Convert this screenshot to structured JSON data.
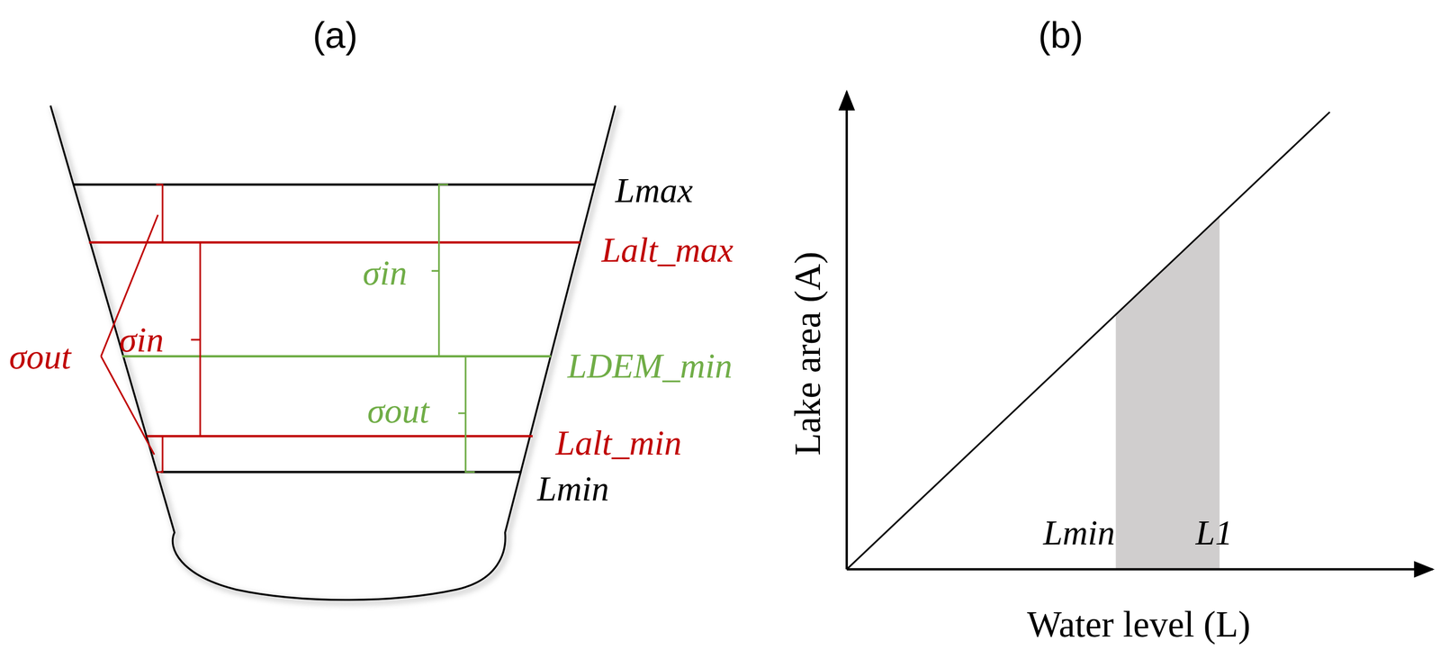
{
  "diagram": {
    "labels": [
      "(a)",
      "(b)",
      "Lmax",
      "Lalt_max",
      "σout",
      "σin",
      "σin",
      "LDEM_min",
      "σout",
      "Lalt_min",
      "Lmin",
      "Lake area (A)",
      "Lmin",
      "L1",
      "Water level (L)"
    ]
  }
}
